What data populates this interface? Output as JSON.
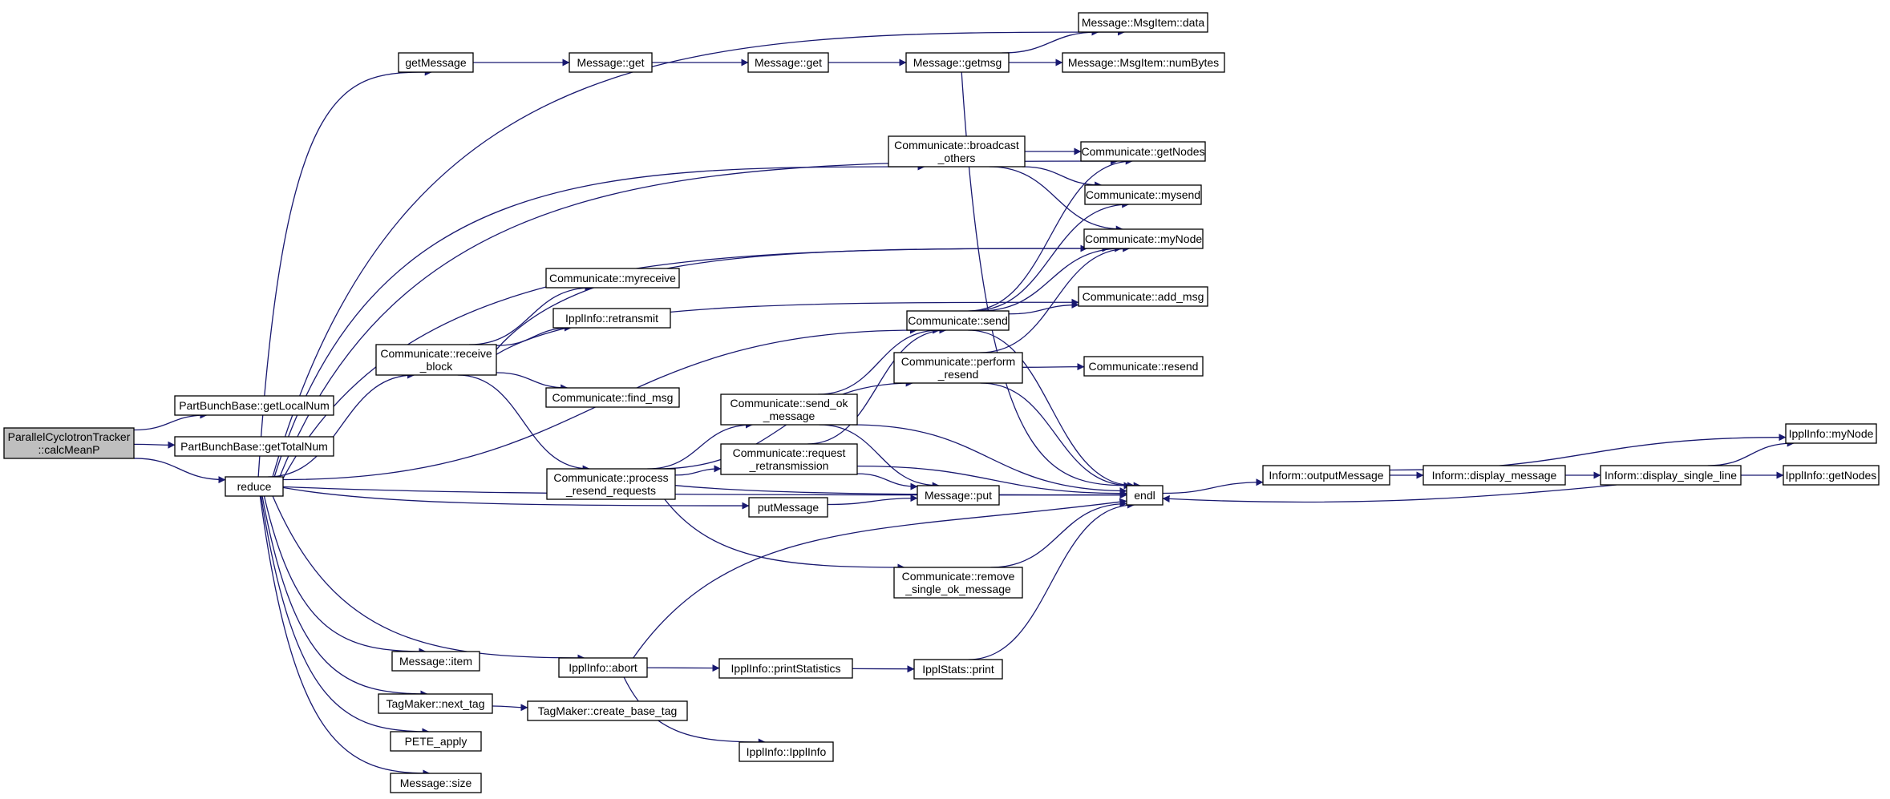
{
  "graph": {
    "colors": {
      "edge": "#191970",
      "node_fill": "#ffffff",
      "root_fill": "#bfbfbf",
      "node_border": "#000000"
    },
    "nodes": [
      {
        "id": "root",
        "lines": [
          "ParallelCyclotronTracker",
          "::calcMeanP"
        ],
        "root": true
      },
      {
        "id": "pbb_local",
        "lines": [
          "PartBunchBase::getLocalNum"
        ]
      },
      {
        "id": "pbb_total",
        "lines": [
          "PartBunchBase::getTotalNum"
        ]
      },
      {
        "id": "reduce",
        "lines": [
          "reduce"
        ]
      },
      {
        "id": "getMessage",
        "lines": [
          "getMessage"
        ]
      },
      {
        "id": "msg_get1",
        "lines": [
          "Message::get"
        ]
      },
      {
        "id": "msg_get2",
        "lines": [
          "Message::get"
        ]
      },
      {
        "id": "msg_getmsg",
        "lines": [
          "Message::getmsg"
        ]
      },
      {
        "id": "msgitem_data",
        "lines": [
          "Message::MsgItem::data"
        ]
      },
      {
        "id": "msgitem_numbytes",
        "lines": [
          "Message::MsgItem::numBytes"
        ]
      },
      {
        "id": "comm_broadcast",
        "lines": [
          "Communicate::broadcast",
          "_others"
        ]
      },
      {
        "id": "comm_getnodes",
        "lines": [
          "Communicate::getNodes"
        ]
      },
      {
        "id": "comm_mysend",
        "lines": [
          "Communicate::mysend"
        ]
      },
      {
        "id": "comm_mynode",
        "lines": [
          "Communicate::myNode"
        ]
      },
      {
        "id": "comm_addmsg",
        "lines": [
          "Communicate::add_msg"
        ]
      },
      {
        "id": "comm_myreceive",
        "lines": [
          "Communicate::myreceive"
        ]
      },
      {
        "id": "ippl_retransmit",
        "lines": [
          "IpplInfo::retransmit"
        ]
      },
      {
        "id": "comm_receive_block",
        "lines": [
          "Communicate::receive",
          "_block"
        ]
      },
      {
        "id": "comm_find_msg",
        "lines": [
          "Communicate::find_msg"
        ]
      },
      {
        "id": "comm_send",
        "lines": [
          "Communicate::send"
        ]
      },
      {
        "id": "comm_perform_resend",
        "lines": [
          "Communicate::perform",
          "_resend"
        ]
      },
      {
        "id": "comm_resend",
        "lines": [
          "Communicate::resend"
        ]
      },
      {
        "id": "comm_send_ok",
        "lines": [
          "Communicate::send_ok",
          "_message"
        ]
      },
      {
        "id": "comm_request_retrans",
        "lines": [
          "Communicate::request",
          "_retransmission"
        ]
      },
      {
        "id": "comm_process_resend",
        "lines": [
          "Communicate::process",
          "_resend_requests"
        ]
      },
      {
        "id": "putMessage",
        "lines": [
          "putMessage"
        ]
      },
      {
        "id": "msg_put",
        "lines": [
          "Message::put"
        ]
      },
      {
        "id": "endl",
        "lines": [
          "endl"
        ]
      },
      {
        "id": "inform_output",
        "lines": [
          "Inform::outputMessage"
        ]
      },
      {
        "id": "inform_display",
        "lines": [
          "Inform::display_message"
        ]
      },
      {
        "id": "inform_display_single",
        "lines": [
          "Inform::display_single_line"
        ]
      },
      {
        "id": "ippl_mynode",
        "lines": [
          "IpplInfo::myNode"
        ]
      },
      {
        "id": "ippl_getnodes",
        "lines": [
          "IpplInfo::getNodes"
        ]
      },
      {
        "id": "comm_remove_single",
        "lines": [
          "Communicate::remove",
          "_single_ok_message"
        ]
      },
      {
        "id": "msg_item",
        "lines": [
          "Message::item"
        ]
      },
      {
        "id": "ippl_abort",
        "lines": [
          "IpplInfo::abort"
        ]
      },
      {
        "id": "ippl_printstats",
        "lines": [
          "IpplInfo::printStatistics"
        ]
      },
      {
        "id": "ipplstats_print",
        "lines": [
          "IpplStats::print"
        ]
      },
      {
        "id": "tag_next",
        "lines": [
          "TagMaker::next_tag"
        ]
      },
      {
        "id": "tag_create_base",
        "lines": [
          "TagMaker::create_base_tag"
        ]
      },
      {
        "id": "ippl_ipplinfo",
        "lines": [
          "IpplInfo::IpplInfo"
        ]
      },
      {
        "id": "pete_apply",
        "lines": [
          "PETE_apply"
        ]
      },
      {
        "id": "msg_size",
        "lines": [
          "Message::size"
        ]
      }
    ],
    "edges": [
      [
        "root",
        "pbb_local"
      ],
      [
        "root",
        "pbb_total"
      ],
      [
        "root",
        "reduce"
      ],
      [
        "reduce",
        "getMessage"
      ],
      [
        "reduce",
        "msgitem_data"
      ],
      [
        "reduce",
        "comm_getnodes"
      ],
      [
        "reduce",
        "comm_broadcast"
      ],
      [
        "reduce",
        "comm_mynode"
      ],
      [
        "reduce",
        "comm_receive_block"
      ],
      [
        "reduce",
        "comm_send"
      ],
      [
        "reduce",
        "putMessage"
      ],
      [
        "reduce",
        "endl"
      ],
      [
        "reduce",
        "msg_item"
      ],
      [
        "reduce",
        "ippl_abort"
      ],
      [
        "reduce",
        "tag_next"
      ],
      [
        "reduce",
        "pete_apply"
      ],
      [
        "reduce",
        "msg_size"
      ],
      [
        "getMessage",
        "msg_get1"
      ],
      [
        "msg_get1",
        "msg_get2"
      ],
      [
        "msg_get2",
        "msg_getmsg"
      ],
      [
        "msg_getmsg",
        "msgitem_data"
      ],
      [
        "msg_getmsg",
        "msgitem_numbytes"
      ],
      [
        "msg_getmsg",
        "endl"
      ],
      [
        "comm_broadcast",
        "comm_getnodes"
      ],
      [
        "comm_broadcast",
        "comm_mysend"
      ],
      [
        "comm_broadcast",
        "comm_mynode"
      ],
      [
        "comm_receive_block",
        "comm_mynode"
      ],
      [
        "comm_receive_block",
        "comm_myreceive"
      ],
      [
        "comm_receive_block",
        "ippl_retransmit"
      ],
      [
        "comm_receive_block",
        "comm_addmsg"
      ],
      [
        "comm_receive_block",
        "comm_find_msg"
      ],
      [
        "comm_receive_block",
        "comm_process_resend"
      ],
      [
        "comm_send",
        "comm_getnodes"
      ],
      [
        "comm_send",
        "comm_mysend"
      ],
      [
        "comm_send",
        "comm_mynode"
      ],
      [
        "comm_send",
        "comm_addmsg"
      ],
      [
        "comm_send",
        "endl"
      ],
      [
        "comm_perform_resend",
        "comm_mynode"
      ],
      [
        "comm_perform_resend",
        "comm_resend"
      ],
      [
        "comm_perform_resend",
        "endl"
      ],
      [
        "comm_process_resend",
        "comm_send_ok"
      ],
      [
        "comm_process_resend",
        "comm_perform_resend"
      ],
      [
        "comm_process_resend",
        "comm_request_retrans"
      ],
      [
        "comm_process_resend",
        "comm_remove_single"
      ],
      [
        "comm_process_resend",
        "endl"
      ],
      [
        "comm_send_ok",
        "comm_send"
      ],
      [
        "comm_send_ok",
        "msg_put"
      ],
      [
        "comm_send_ok",
        "endl"
      ],
      [
        "comm_request_retrans",
        "comm_send"
      ],
      [
        "comm_request_retrans",
        "msg_put"
      ],
      [
        "comm_request_retrans",
        "endl"
      ],
      [
        "putMessage",
        "msg_put"
      ],
      [
        "comm_remove_single",
        "endl"
      ],
      [
        "endl",
        "inform_output"
      ],
      [
        "inform_output",
        "inform_display"
      ],
      [
        "inform_output",
        "ippl_mynode"
      ],
      [
        "inform_display",
        "inform_display_single"
      ],
      [
        "inform_display_single",
        "ippl_mynode"
      ],
      [
        "inform_display_single",
        "ippl_getnodes"
      ],
      [
        "inform_display_single",
        "endl"
      ],
      [
        "ippl_abort",
        "ippl_printstats"
      ],
      [
        "ippl_abort",
        "ippl_ipplinfo"
      ],
      [
        "ippl_abort",
        "endl"
      ],
      [
        "ippl_printstats",
        "ipplstats_print"
      ],
      [
        "ipplstats_print",
        "endl"
      ],
      [
        "tag_next",
        "tag_create_base"
      ]
    ]
  }
}
